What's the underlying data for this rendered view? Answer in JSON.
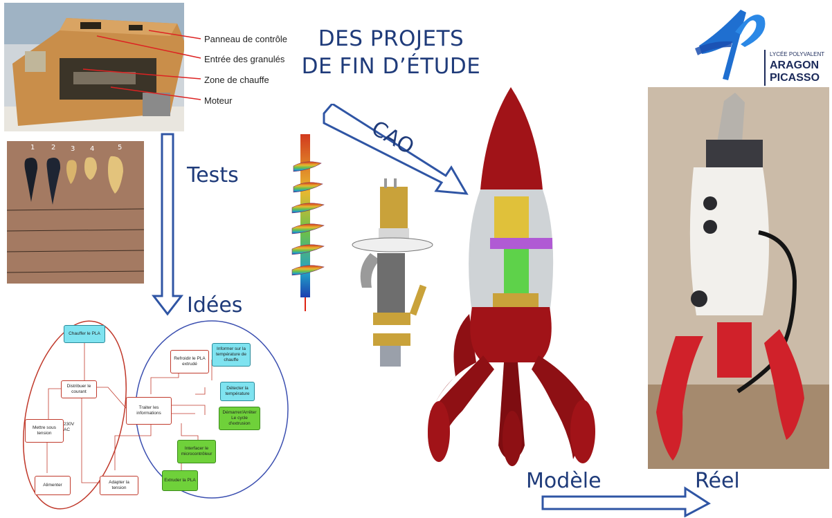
{
  "title": {
    "line1": "DES PROJETS",
    "line2": "DE FIN D’ÉTUDE"
  },
  "logo": {
    "small": "LYCÉE POLYVALENT",
    "line1": "ARAGON",
    "line2": "PICASSO"
  },
  "machine_labels": [
    "Panneau de contrôle",
    "Entrée des granulés",
    "Zone de chauffe",
    "Moteur"
  ],
  "flow": {
    "tests": "Tests",
    "idees": "Idées",
    "cao": "CAO",
    "modele": "Modèle",
    "reel": "Réel"
  },
  "test_numbers": [
    "1",
    "2",
    "3",
    "4",
    "5"
  ],
  "diagram": {
    "chauffer": "Chauffer le PLA",
    "distribuer": "Distribuer le courant",
    "mettre": "Mettre sous tension",
    "tension_label": "230V AC",
    "alimenter": "Alimenter",
    "adapter": "Adapter la tension",
    "refroidir": "Refroidir le PLA extrudé",
    "informer": "Informer sur la température de chauffe",
    "detecter": "Détecter la température",
    "traiter": "Traiter les informations",
    "demarrer": "Démarrer/Arrêter Le cycle d'extrusion",
    "interfacer": "Interfacer le microcontrôleur",
    "extruder": "Extruder la PLA"
  },
  "colors": {
    "title": "#1f3b7a",
    "arrow": "#2f55a4",
    "rocket_red": "#a11318",
    "logo_blue": "#1f6fd0"
  }
}
